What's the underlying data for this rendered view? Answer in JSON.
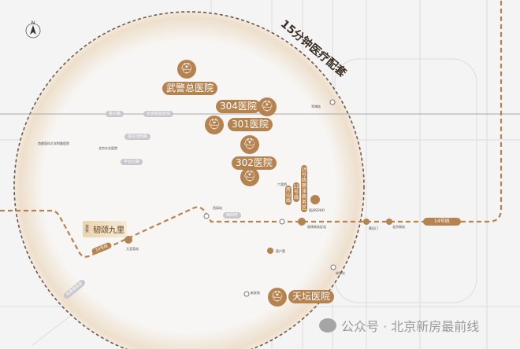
{
  "compass": {
    "label": "N"
  },
  "radius_label": "15分钟医疗配套",
  "project": {
    "brand": "京投",
    "name": "韧颂九里"
  },
  "hospitals": [
    {
      "name": "武警总医院"
    },
    {
      "name": "304医院"
    },
    {
      "name": "301医院"
    },
    {
      "name": "302医院"
    },
    {
      "name": "天坛医院"
    }
  ],
  "roads": {
    "fuxing": "复兴路",
    "west": "长安街延长线",
    "r1": "莲花池西路",
    "r2": "丰台北路",
    "r3": "西四环",
    "r4": "京港澳高速"
  },
  "places": {
    "p1": "首都医科大学附属医院",
    "p2": "北京丰台医院"
  },
  "metro": {
    "line14": "14号线",
    "line14_badge": "14号线",
    "stations": [
      "大瓦窑站",
      "丽泽商务区站",
      "北京南站",
      "景风门",
      "菜户营",
      "丽泽SOHO",
      "六里桥",
      "军博站",
      "新发地",
      "西局站",
      "宋家庄"
    ],
    "vlines": [
      "16号线丽泽商务区",
      "11号线",
      "房山线"
    ]
  },
  "watermark": "公众号 · 北京新房最前线",
  "colors": {
    "accent": "#b5834f",
    "dash": "#8a5a2e",
    "road": "#a9a9ad"
  }
}
